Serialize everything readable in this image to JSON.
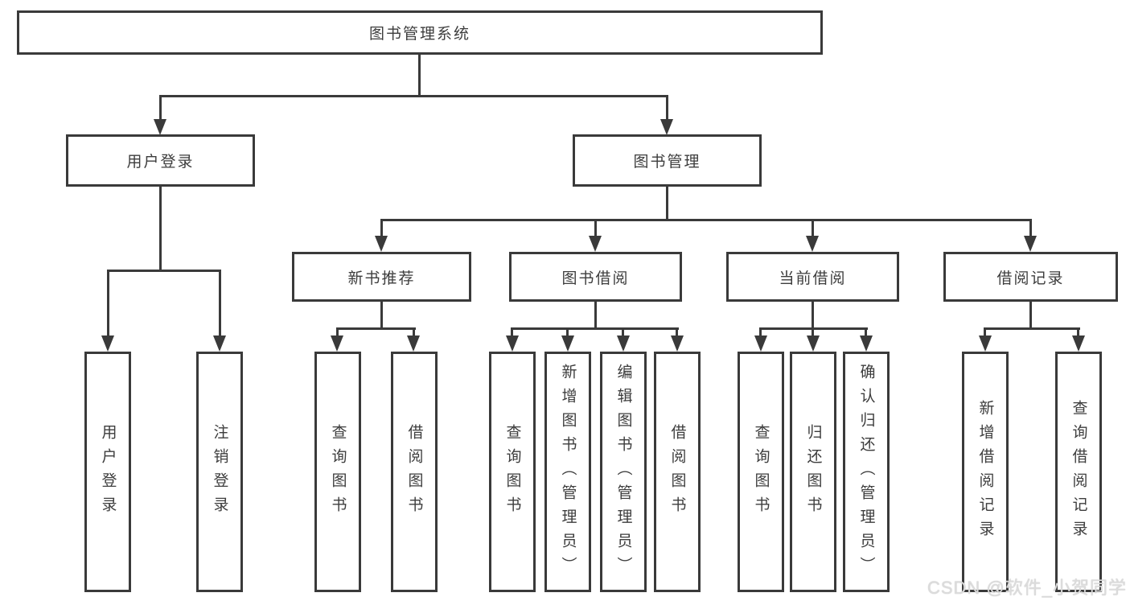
{
  "diagram": {
    "root": {
      "label": "图书管理系统"
    },
    "children": [
      {
        "label": "用户登录",
        "children": [
          {
            "label": "用户登录"
          },
          {
            "label": "注销登录"
          }
        ]
      },
      {
        "label": "图书管理",
        "children": [
          {
            "label": "新书推荐",
            "children": [
              {
                "label": "查询图书"
              },
              {
                "label": "借阅图书"
              }
            ]
          },
          {
            "label": "图书借阅",
            "children": [
              {
                "label": "查询图书"
              },
              {
                "label": "新增图书（管理员）"
              },
              {
                "label": "编辑图书（管理员）"
              },
              {
                "label": "借阅图书"
              }
            ]
          },
          {
            "label": "当前借阅",
            "children": [
              {
                "label": "查询图书"
              },
              {
                "label": "归还图书"
              },
              {
                "label": "确认归还（管理员）"
              }
            ]
          },
          {
            "label": "借阅记录",
            "children": [
              {
                "label": "新增借阅记录"
              },
              {
                "label": "查询借阅记录"
              }
            ]
          }
        ]
      }
    ]
  },
  "watermark": {
    "text": "CSDN @软件_小贺同学"
  },
  "colors": {
    "line": "#3a3a3a",
    "text": "#3d3d3d",
    "watermark": "#dcdcdc"
  }
}
